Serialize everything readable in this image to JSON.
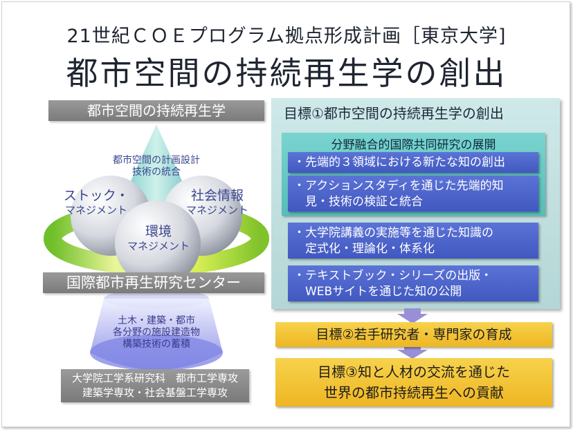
{
  "header": {
    "line1": "21世紀ＣＯＥプログラム拠点形成計画［東京大学]",
    "line2": "都市空間の持続再生学の創出"
  },
  "diagram": {
    "top_band": "都市空間の持続再生学",
    "cone_label": [
      "都市空間の計画設計",
      "技術の統合"
    ],
    "sphere_left": [
      "ストック・",
      "マネジメント"
    ],
    "sphere_right": [
      "社会情報",
      "マネジメント"
    ],
    "sphere_center": [
      "環境",
      "マネジメント"
    ],
    "center_band": "国際都市再生研究センター",
    "base_label": [
      "土木・建築・都市",
      "各分野の施設建造物",
      "構築技術の蓄積"
    ],
    "bottom_band": [
      "大学院工学系研究科　都市工学専攻",
      "建築学専攻・社会基盤工学専攻"
    ]
  },
  "goals": {
    "goal1_title": "目標①都市空間の持続再生学の創出",
    "subgroup_title": "分野融合的国際共同研究の展開",
    "items": [
      [
        "・先端的３領域における新たな知の創出"
      ],
      [
        "・アクションスタディを通じた先端的知",
        "　見・技術の検証と統合"
      ],
      [
        "・大学院講義の実施等を通じた知識の",
        "　定式化・理論化・体系化"
      ],
      [
        "・テキストブック・シリーズの出版・",
        "　WEBサイトを通じた知の公開"
      ]
    ],
    "goal2": "目標②若手研究者・専門家の育成",
    "goal3": [
      "目標③知と人材の交流を通じた",
      "世界の都市持続再生への貢献"
    ]
  },
  "colors": {
    "band_gray": "#8a8a8a",
    "teal_panel": "#c2e0e0",
    "blue_box": "#4a62c8",
    "gold_box": "#f2c233",
    "ring_green": "#b7dc2c",
    "arrow_purple": "#9a8fd6"
  }
}
